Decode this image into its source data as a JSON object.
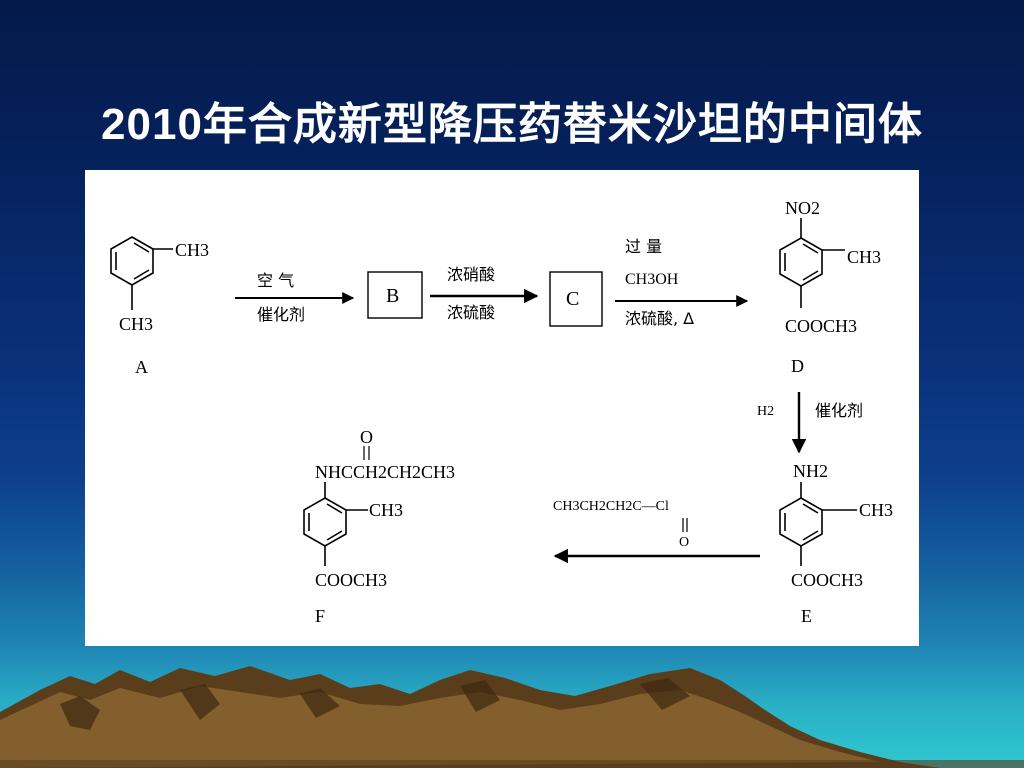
{
  "slide": {
    "title": "2010年合成新型降压药替米沙坦的中间体"
  },
  "scheme": {
    "compound_A": {
      "label": "A",
      "sub1": "CH3",
      "sub2": "CH3"
    },
    "step1": {
      "top": "空 气",
      "bottom": "催化剂"
    },
    "box_B": "B",
    "step2": {
      "top": "浓硝酸",
      "bottom": "浓硫酸"
    },
    "box_C": "C",
    "step3": {
      "line1": "过 量",
      "line2": "CH3OH",
      "line3": "浓硫酸, Δ"
    },
    "compound_D": {
      "label": "D",
      "top": "NO2",
      "side": "CH3",
      "bottom": "COOCH3"
    },
    "step4": {
      "left": "H2",
      "right": "催化剂"
    },
    "compound_E": {
      "label": "E",
      "top": "NH2",
      "side": "CH3",
      "bottom": "COOCH3"
    },
    "step5": {
      "reagent": "CH3CH2CH2C—Cl",
      "carbonyl_O": "O"
    },
    "compound_F": {
      "label": "F",
      "carbonyl_O": "O",
      "top": "NHCCH2CH2CH3",
      "side": "CH3",
      "bottom": "COOCH3"
    }
  },
  "colors": {
    "background_top": "#041a4a",
    "background_bottom": "#30c8cf",
    "title": "#ffffff",
    "panel": "#ffffff"
  }
}
